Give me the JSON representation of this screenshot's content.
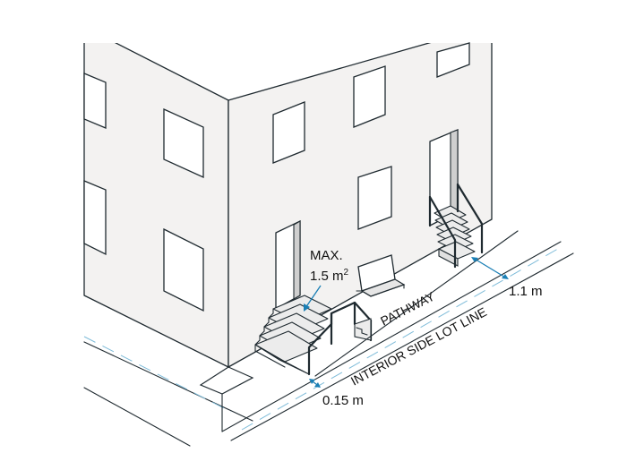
{
  "labels": {
    "max_area_line1": "MAX.",
    "max_area_line2": "1.5 m",
    "max_area_sup": "2",
    "pathway": "PATHWAY",
    "lot_line": "INTERIOR SIDE LOT LINE",
    "width_side": "1.1 m",
    "setback": "0.15 m"
  },
  "colors": {
    "line": "#1f2a30",
    "dimension": "#1a7fb5",
    "dashed_line": "#7fbcd9",
    "wall_left": "#f3f2f1",
    "wall_front": "#f3f2f1"
  }
}
